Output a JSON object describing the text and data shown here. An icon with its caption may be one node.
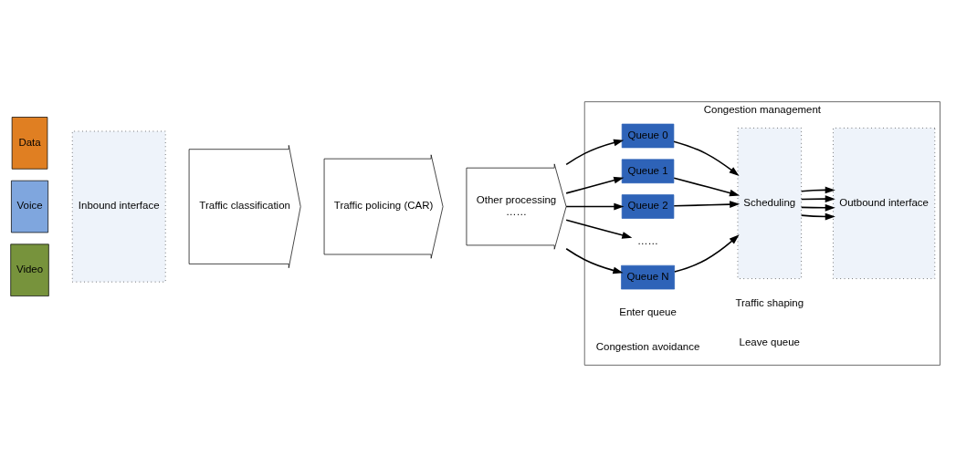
{
  "diagram": {
    "nodes": [
      {
        "text": [
          "Data"
        ]
      },
      {
        "text": [
          "Voice"
        ]
      },
      {
        "text": [
          "Video"
        ]
      },
      {
        "text": [
          "Inbound interface"
        ]
      },
      {
        "text": [
          "Traffic classification"
        ]
      },
      {
        "text": [
          "Traffic policing (CAR)"
        ]
      },
      {
        "text": [
          "Other processing",
          "……"
        ]
      },
      {
        "text": [
          "Congestion management"
        ]
      },
      {
        "text": [
          "Queue 0"
        ],
        "in": 7
      },
      {
        "text": [
          "Queue 1"
        ],
        "in": 7
      },
      {
        "text": [
          "Queue 2"
        ],
        "in": 7
      },
      {
        "text": [
          "……"
        ],
        "in": 7
      },
      {
        "text": [
          "Queue N"
        ],
        "in": 7
      },
      {
        "text": [
          "Scheduling"
        ],
        "in": 7
      },
      {
        "text": [
          "Outbound interface"
        ],
        "in": 7
      }
    ],
    "edges": [
      {
        "from": 6,
        "to": 8,
        "arrow": "to"
      },
      {
        "from": 6,
        "to": 9,
        "arrow": "to"
      },
      {
        "from": 6,
        "to": 10,
        "arrow": "to"
      },
      {
        "from": 6,
        "to": 11,
        "arrow": "to"
      },
      {
        "from": 6,
        "to": 12,
        "arrow": "to"
      },
      {
        "from": 8,
        "to": 13,
        "arrow": "to"
      },
      {
        "from": 9,
        "to": 13,
        "arrow": "to"
      },
      {
        "from": 10,
        "to": 13,
        "arrow": "to"
      },
      {
        "from": 12,
        "to": 13,
        "arrow": "to"
      },
      {
        "from": 13,
        "to": 14,
        "arrow": "to"
      },
      {
        "from": 13,
        "to": 14,
        "arrow": "to"
      },
      {
        "from": 13,
        "to": 14,
        "arrow": "to"
      },
      {
        "from": 13,
        "to": 14,
        "arrow": "to"
      }
    ],
    "labels": [
      "Enter queue",
      "Congestion avoidance",
      "Traffic shaping",
      "Leave queue"
    ]
  }
}
